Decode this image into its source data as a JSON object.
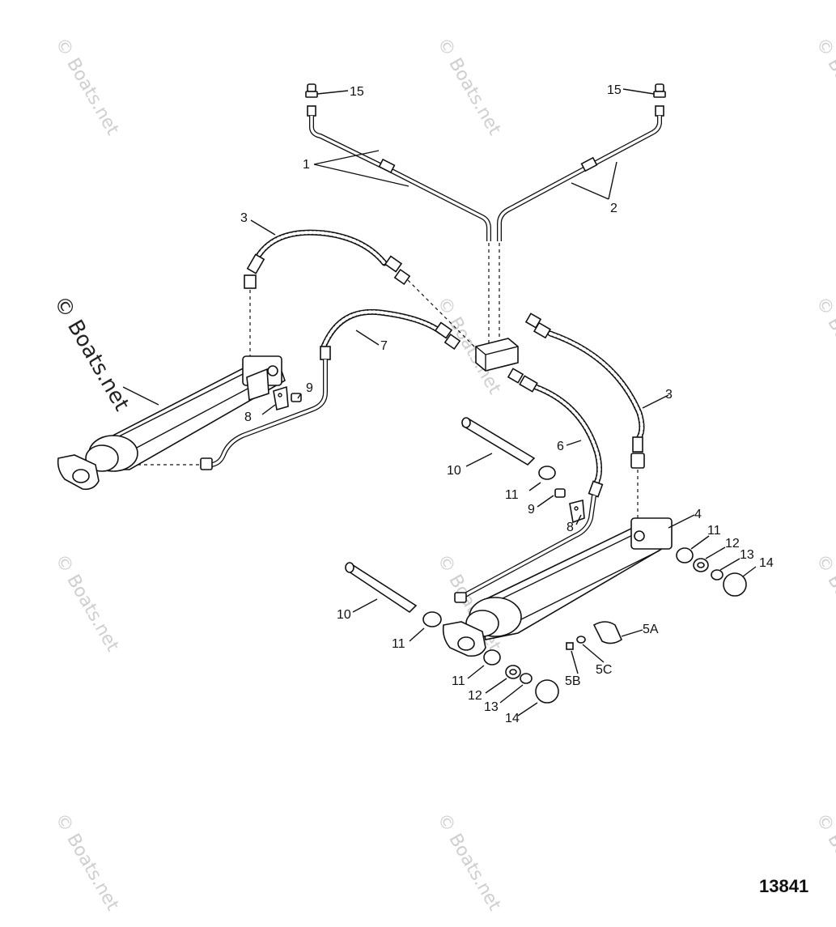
{
  "diagram": {
    "watermark_text": "© Boats.net",
    "diagram_number": "13841",
    "callouts": {
      "c1": "1",
      "c2": "2",
      "c3a": "3",
      "c3b": "3",
      "c4": "4",
      "c5a": "5A",
      "c5b": "5B",
      "c5c": "5C",
      "c6": "6",
      "c7": "7",
      "c8a": "8",
      "c8b": "8",
      "c9a": "9",
      "c9b": "9",
      "c10a": "10",
      "c10b": "10",
      "c11a": "11",
      "c11b": "11",
      "c11c": "11",
      "c11d": "11",
      "c12a": "12",
      "c12b": "12",
      "c13a": "13",
      "c13b": "13",
      "c14a": "14",
      "c14b": "14",
      "c15a": "15",
      "c15b": "15"
    }
  }
}
